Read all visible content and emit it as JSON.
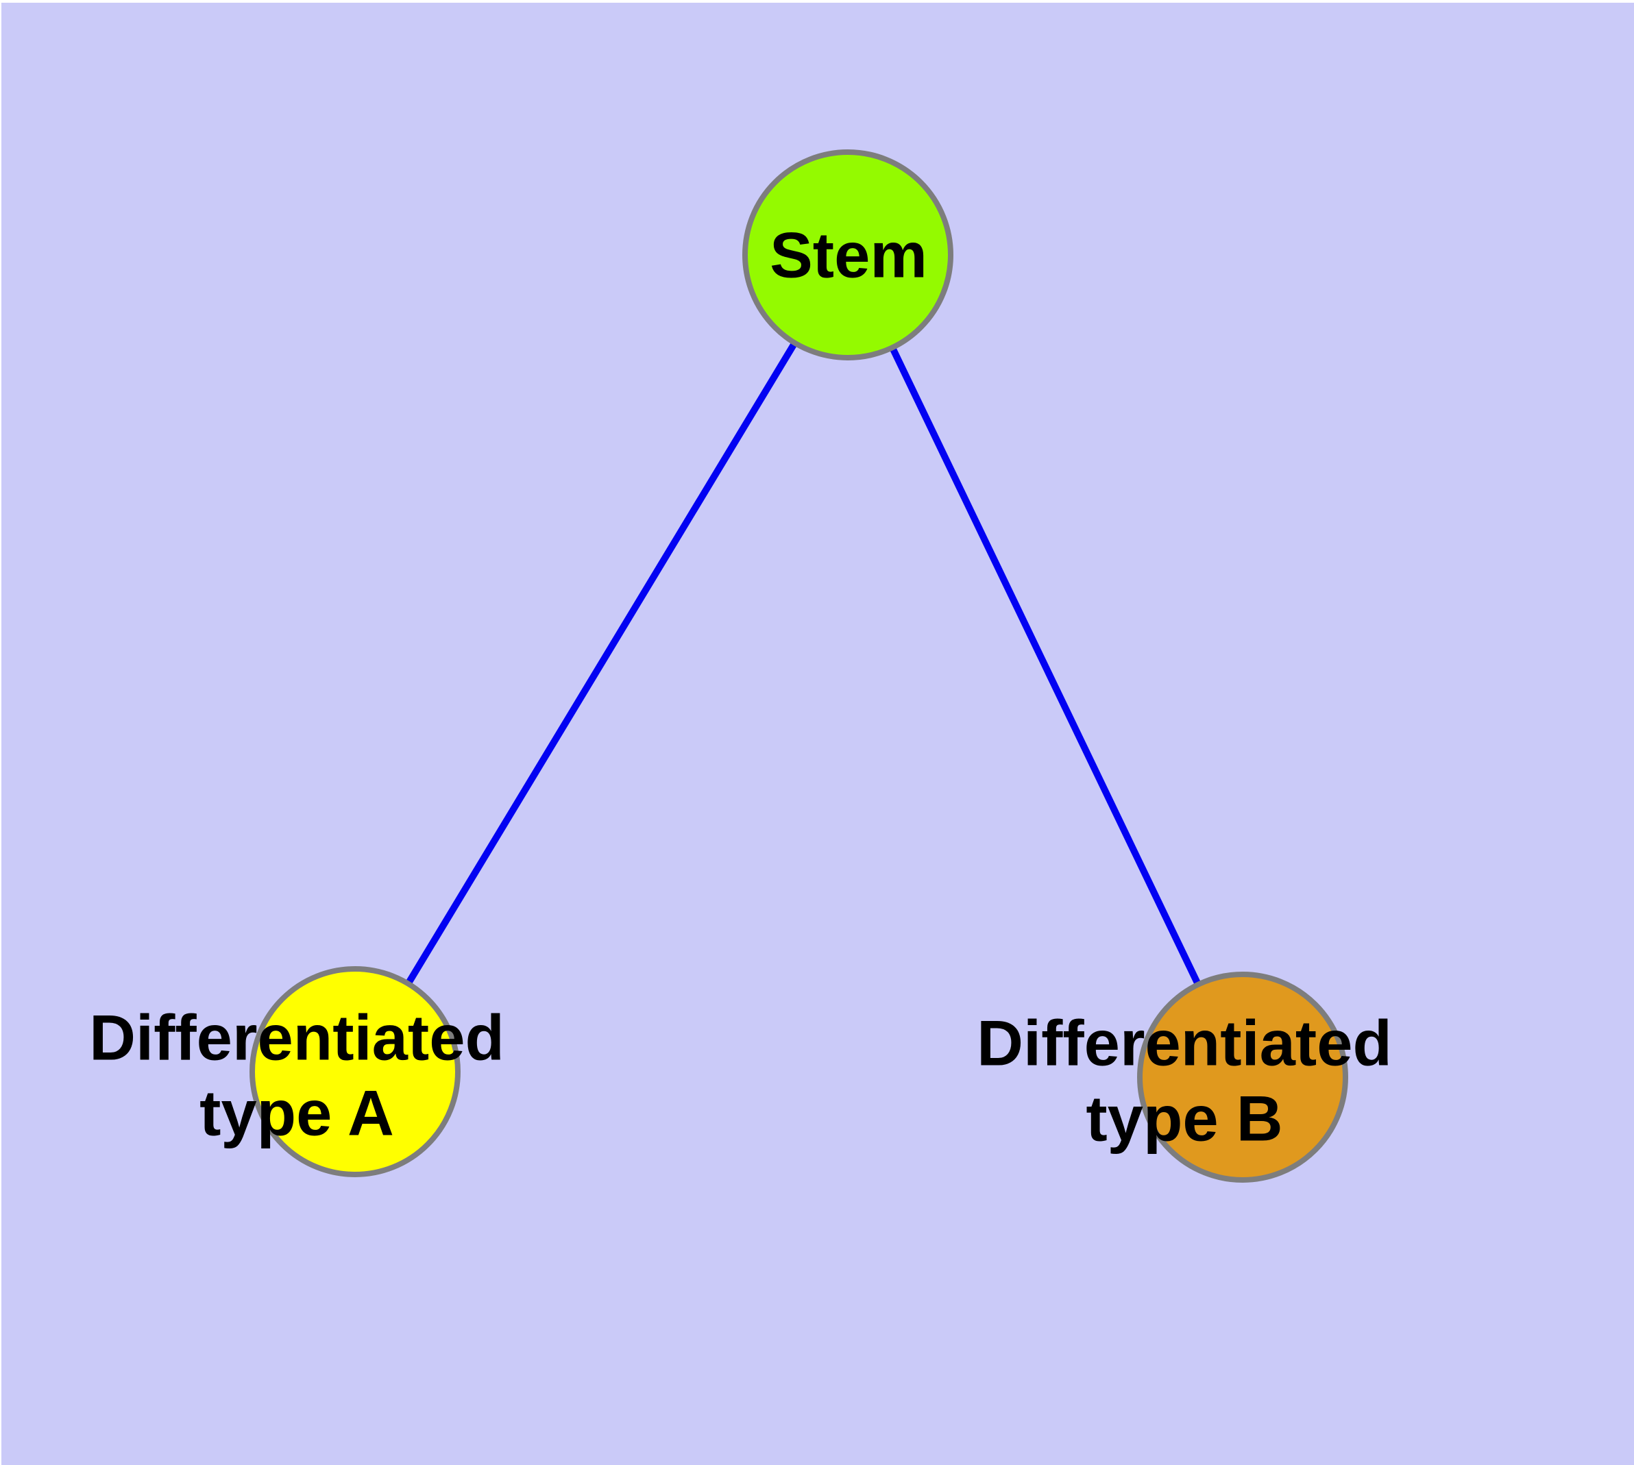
{
  "figure": {
    "type": "node-link-diagram",
    "description": "Stem cell differentiation diagram: one stem node connected to two differentiated cell-type nodes",
    "background_color": "#cacaf8",
    "edge_color": "#0202f2",
    "node_border_color": "#7d7d7d",
    "label_color": "#000000",
    "nodes": [
      {
        "id": "stem",
        "label": "Stem",
        "lines": [
          "Stem"
        ],
        "fill": "#94fa00"
      },
      {
        "id": "diff-a",
        "label": "Differentiated type A",
        "lines": [
          "Differentiated",
          "type A"
        ],
        "fill": "#ffff00"
      },
      {
        "id": "diff-b",
        "label": "Differentiated type B",
        "lines": [
          "Differentiated",
          "type B"
        ],
        "fill": "#e0991e"
      }
    ],
    "edges": [
      {
        "from": "stem",
        "to": "diff-a"
      },
      {
        "from": "stem",
        "to": "diff-b"
      }
    ]
  }
}
